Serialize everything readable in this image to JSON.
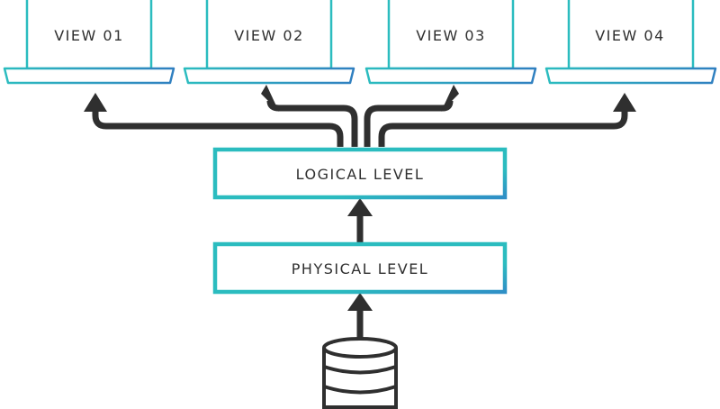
{
  "diagram": {
    "views": [
      {
        "label": "VIEW 01"
      },
      {
        "label": "VIEW 02"
      },
      {
        "label": "VIEW 03"
      },
      {
        "label": "VIEW 04"
      }
    ],
    "logical_level": {
      "label": "LOGICAL LEVEL"
    },
    "physical_level": {
      "label": "PHYSICAL LEVEL"
    },
    "database_icon": "database-icon"
  },
  "colors": {
    "teal": "#2bbcbf",
    "teal_dark": "#23aab0",
    "blue_edge": "#2f7fc0",
    "arrow": "#2f2f2f",
    "text": "#2f2f2f",
    "background": "#ffffff"
  }
}
